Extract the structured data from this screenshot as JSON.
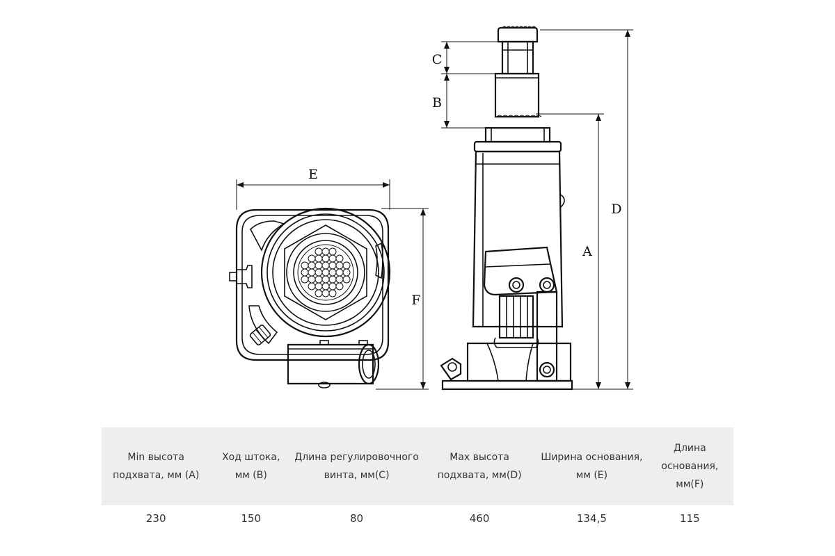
{
  "diagram": {
    "labels": {
      "A": "A",
      "B": "B",
      "C": "C",
      "D": "D",
      "E": "E",
      "F": "F"
    }
  },
  "specs_table": {
    "headers": [
      "Min высота подхвата, мм (А)",
      "Ход штока, мм (В)",
      "Длина регулировочного винта, мм(С)",
      "Max высота подхвата, мм(D)",
      "Ширина основания, мм (Е)",
      "Длина основания, мм(F)"
    ],
    "values": [
      "230",
      "150",
      "80",
      "460",
      "134,5",
      "115"
    ]
  }
}
